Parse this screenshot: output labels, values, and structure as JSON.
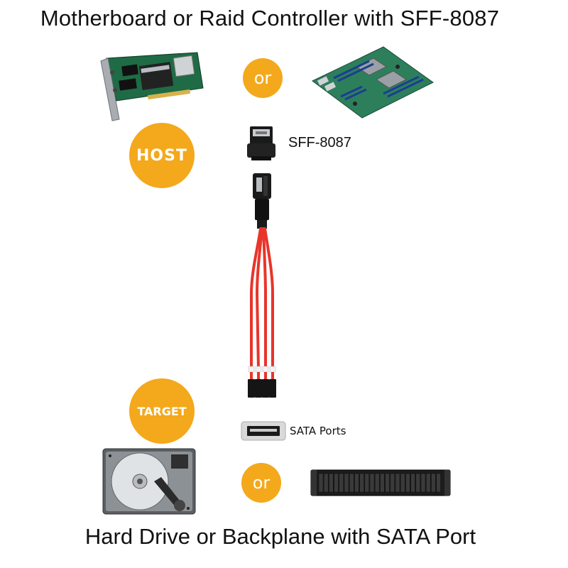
{
  "titles": {
    "top": "Motherboard or Raid Controller with SFF-8087",
    "bottom": "Hard Drive or Backplane with SATA Port"
  },
  "badges": {
    "host": "HOST",
    "target": "TARGET",
    "or_top": "or",
    "or_bottom": "or"
  },
  "labels": {
    "sff": "SFF-8087",
    "sata": "SATA Ports"
  },
  "colors": {
    "badge": "#F4A81C",
    "cable_red": "#E8352B",
    "pcb_green": "#2E8B57",
    "metal": "#BFC3C7",
    "dark": "#1A1A1A"
  }
}
